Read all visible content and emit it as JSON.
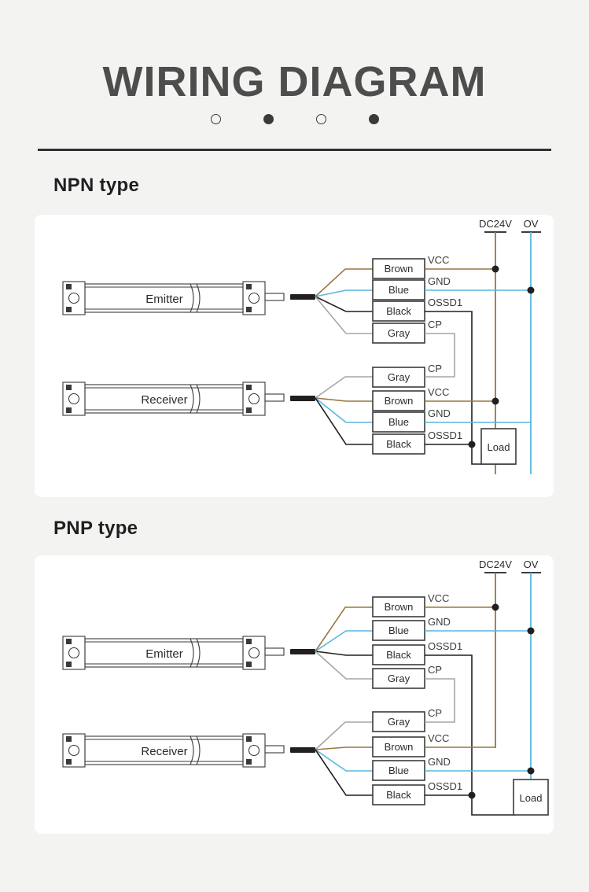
{
  "header": {
    "title": "WIRING DIAGRAM",
    "dots": [
      "hollow",
      "filled",
      "hollow",
      "filled"
    ]
  },
  "colors": {
    "background": "#f3f3f1",
    "panel": "#ffffff",
    "title_text": "#4d4d4d",
    "heading_text": "#1f1f21",
    "divider": "#2f3033",
    "wire_brown": "#9a7742",
    "wire_blue": "#56b7e0",
    "wire_black": "#231f20",
    "wire_gray": "#a6a6a6",
    "box_border": "#3b3b3b",
    "label_text": "#3b3b3b",
    "device_outline": "#3a3a3a"
  },
  "sections": [
    {
      "id": "npn",
      "heading": "NPN type",
      "rails": [
        {
          "name": "DC24V",
          "label": "DC24V",
          "color": "#9a7742"
        },
        {
          "name": "0V",
          "label": "OV",
          "color": "#56b7e0"
        }
      ],
      "devices": [
        {
          "name": "emitter",
          "label": "Emitter"
        },
        {
          "name": "receiver",
          "label": "Receiver"
        }
      ],
      "emitter_terminals": [
        {
          "color_label": "Brown",
          "signal": "VCC"
        },
        {
          "color_label": "Blue",
          "signal": "GND"
        },
        {
          "color_label": "Black",
          "signal": "OSSD1"
        },
        {
          "color_label": "Gray",
          "signal": "CP"
        }
      ],
      "receiver_terminals": [
        {
          "color_label": "Gray",
          "signal": "CP"
        },
        {
          "color_label": "Brown",
          "signal": "VCC"
        },
        {
          "color_label": "Blue",
          "signal": "GND"
        },
        {
          "color_label": "Black",
          "signal": "OSSD1"
        }
      ],
      "load": {
        "label": "Load"
      }
    },
    {
      "id": "pnp",
      "heading": "PNP type",
      "rails": [
        {
          "name": "DC24V",
          "label": "DC24V",
          "color": "#9a7742"
        },
        {
          "name": "0V",
          "label": "OV",
          "color": "#56b7e0"
        }
      ],
      "devices": [
        {
          "name": "emitter",
          "label": "Emitter"
        },
        {
          "name": "receiver",
          "label": "Receiver"
        }
      ],
      "emitter_terminals": [
        {
          "color_label": "Brown",
          "signal": "VCC"
        },
        {
          "color_label": "Blue",
          "signal": "GND"
        },
        {
          "color_label": "Black",
          "signal": "OSSD1"
        },
        {
          "color_label": "Gray",
          "signal": "CP"
        }
      ],
      "receiver_terminals": [
        {
          "color_label": "Gray",
          "signal": "CP"
        },
        {
          "color_label": "Brown",
          "signal": "VCC"
        },
        {
          "color_label": "Blue",
          "signal": "GND"
        },
        {
          "color_label": "Black",
          "signal": "OSSD1"
        }
      ],
      "load": {
        "label": "Load"
      }
    }
  ]
}
